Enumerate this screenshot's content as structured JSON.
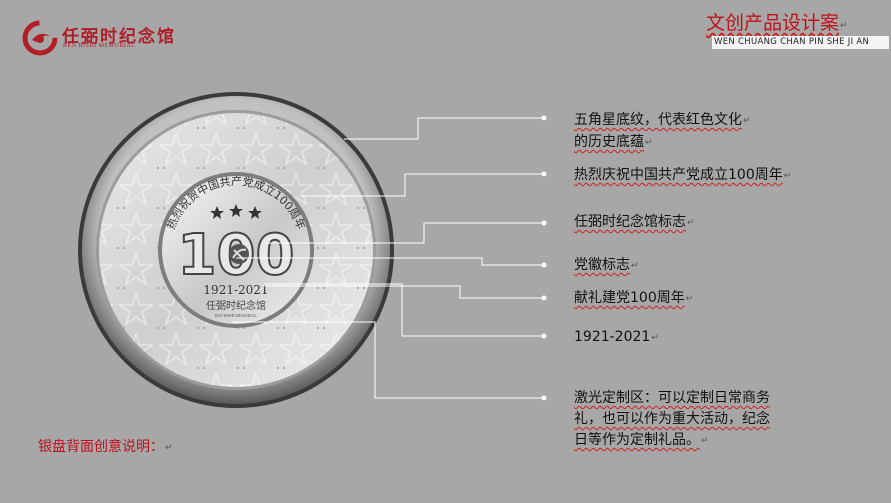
{
  "header": {
    "logo_text": "任弼时纪念馆",
    "logo_sub": "REN BISHI MEMORIAL",
    "title": "文创产品设计案",
    "subtitle": "WEN CHUANG CHAN PIN SHE JI AN"
  },
  "medal": {
    "ring_text": "热烈祝贺中国共产党成立100周年",
    "big_number": "100",
    "years": "1921-2021",
    "stamp_text": "任弼时纪念馆",
    "stamp_sub": "REN BISHI MEMORIAL"
  },
  "annotations": [
    {
      "line1": "五角星底纹，代表红色文化",
      "line2": "的历史底蕴"
    },
    {
      "line1": "热烈庆祝中国共产党成立100周年"
    },
    {
      "line1": "任弼时纪念馆标志"
    },
    {
      "line1": "党徽标志"
    },
    {
      "line1": "献礼建党100周年"
    },
    {
      "line1": "1921-2021"
    },
    {
      "line1": "激光定制区：可以定制日常商务",
      "line2": "礼，也可以作为重大活动，纪念",
      "line3": "日等作为定制礼品。"
    }
  ],
  "footer_note": "银盘背面创意说明：",
  "return_mark": "↵",
  "colors": {
    "accent_red": "#c1111b",
    "background": "#a7a7a7",
    "medal_silver": "#d9d9d9"
  }
}
